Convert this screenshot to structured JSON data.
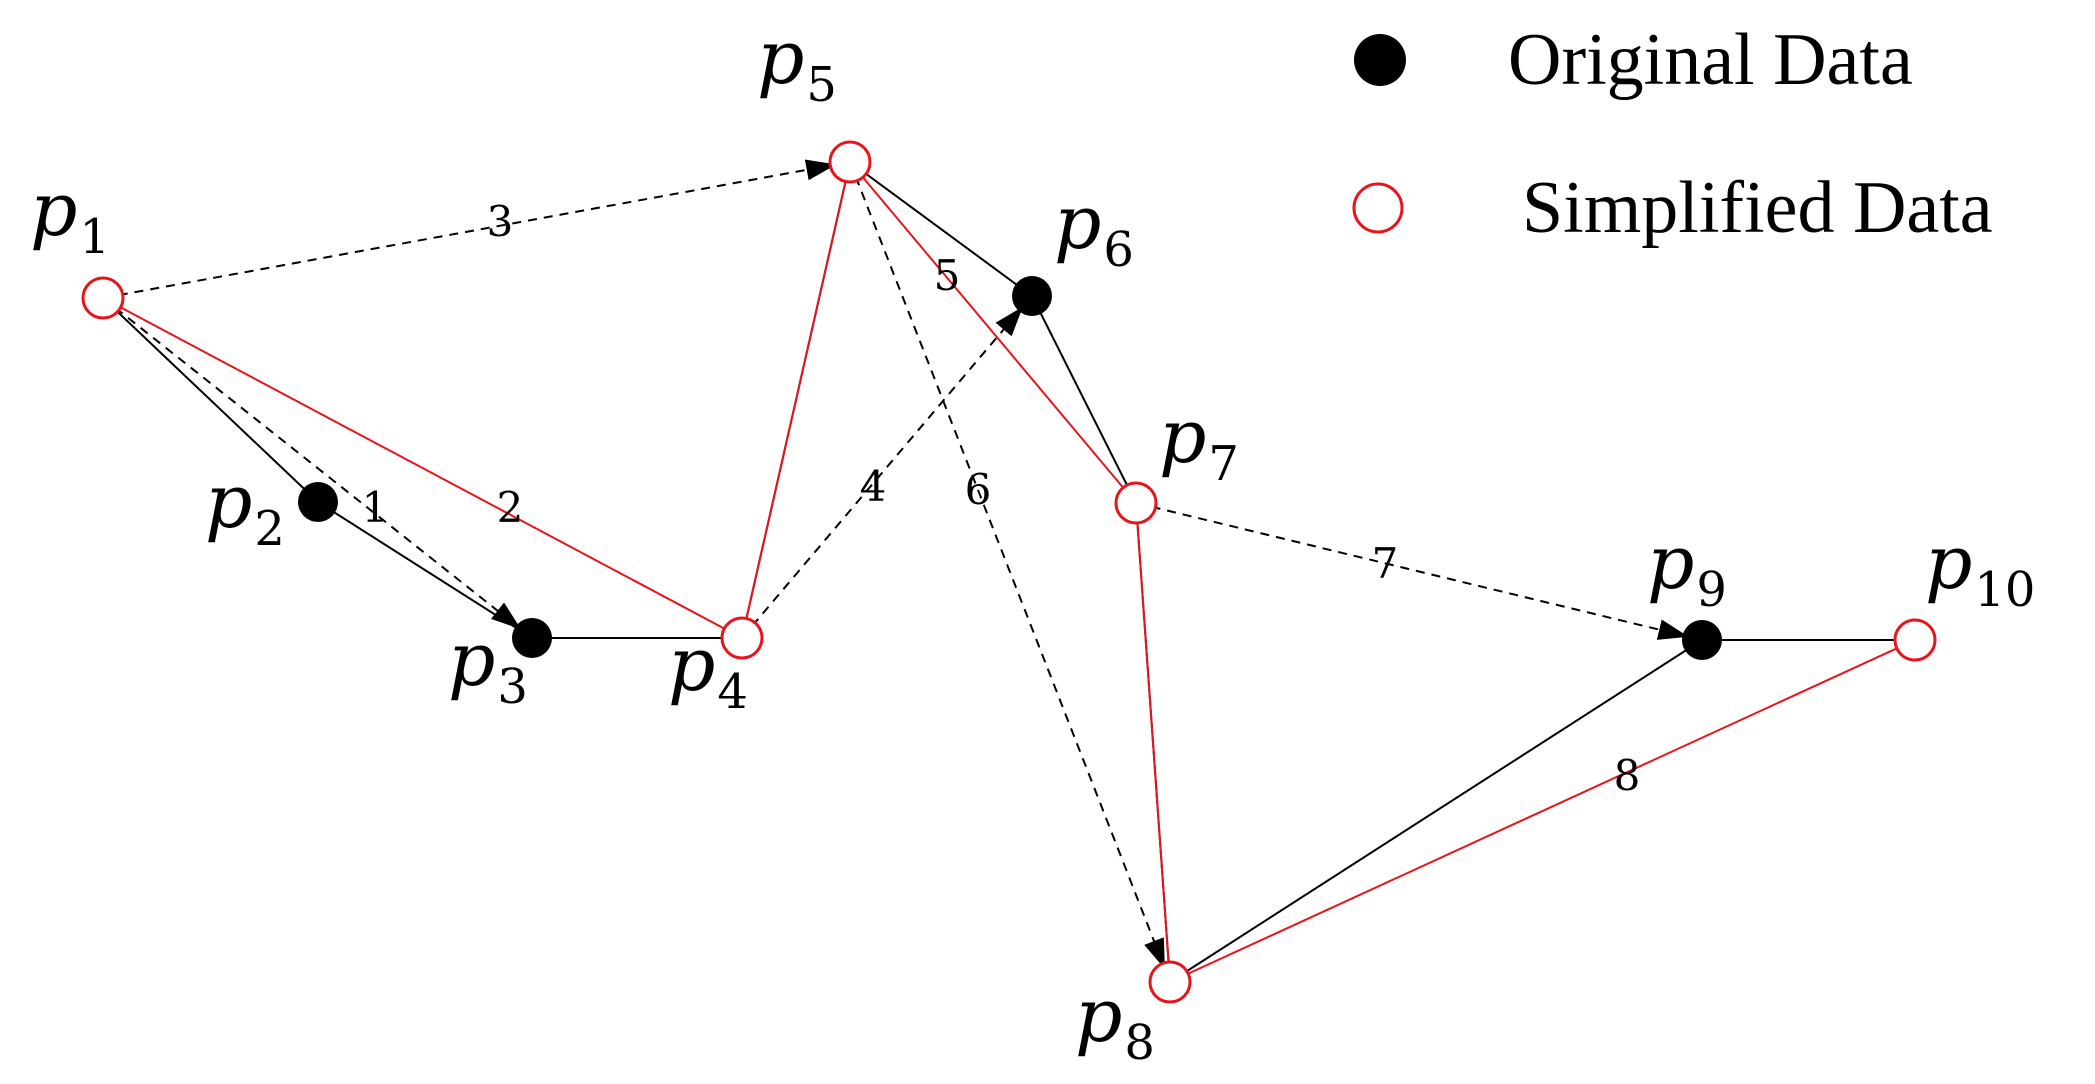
{
  "points": [
    {
      "id": "p1",
      "base": "p",
      "sub": "1",
      "type": "simplified"
    },
    {
      "id": "p2",
      "base": "p",
      "sub": "2",
      "type": "original"
    },
    {
      "id": "p3",
      "base": "p",
      "sub": "3",
      "type": "original"
    },
    {
      "id": "p4",
      "base": "p",
      "sub": "4",
      "type": "simplified"
    },
    {
      "id": "p5",
      "base": "p",
      "sub": "5",
      "type": "simplified"
    },
    {
      "id": "p6",
      "base": "p",
      "sub": "6",
      "type": "original"
    },
    {
      "id": "p7",
      "base": "p",
      "sub": "7",
      "type": "simplified"
    },
    {
      "id": "p8",
      "base": "p",
      "sub": "8",
      "type": "simplified"
    },
    {
      "id": "p9",
      "base": "p",
      "sub": "9",
      "type": "original"
    },
    {
      "id": "p10",
      "base": "p",
      "sub": "10",
      "type": "simplified"
    }
  ],
  "original_path": [
    "p1",
    "p2",
    "p3",
    "p4",
    "p5",
    "p6",
    "p7",
    "p8",
    "p9",
    "p10"
  ],
  "simplified_path": [
    "p1",
    "p4",
    "p5",
    "p7",
    "p8",
    "p10"
  ],
  "steps": [
    {
      "label": "1",
      "from": "p1",
      "to": "p3",
      "style": "dashed-arrow"
    },
    {
      "label": "2",
      "from": "p1",
      "to": "p4",
      "style": "simplified"
    },
    {
      "label": "3",
      "from": "p1",
      "to": "p5",
      "style": "dashed-arrow"
    },
    {
      "label": "4",
      "from": "p4",
      "to": "p6",
      "style": "dashed-arrow"
    },
    {
      "label": "5",
      "from": "p5",
      "to": "p7",
      "style": "simplified"
    },
    {
      "label": "6",
      "from": "p5",
      "to": "p8",
      "style": "dashed-arrow"
    },
    {
      "label": "7",
      "from": "p7",
      "to": "p9",
      "style": "dashed-arrow"
    },
    {
      "label": "8",
      "from": "p8",
      "to": "p10",
      "style": "simplified"
    }
  ],
  "legend": {
    "original": "Original Data",
    "simplified": "Simplified Data"
  },
  "colors": {
    "original": "#000000",
    "simplified": "#e8141b"
  }
}
